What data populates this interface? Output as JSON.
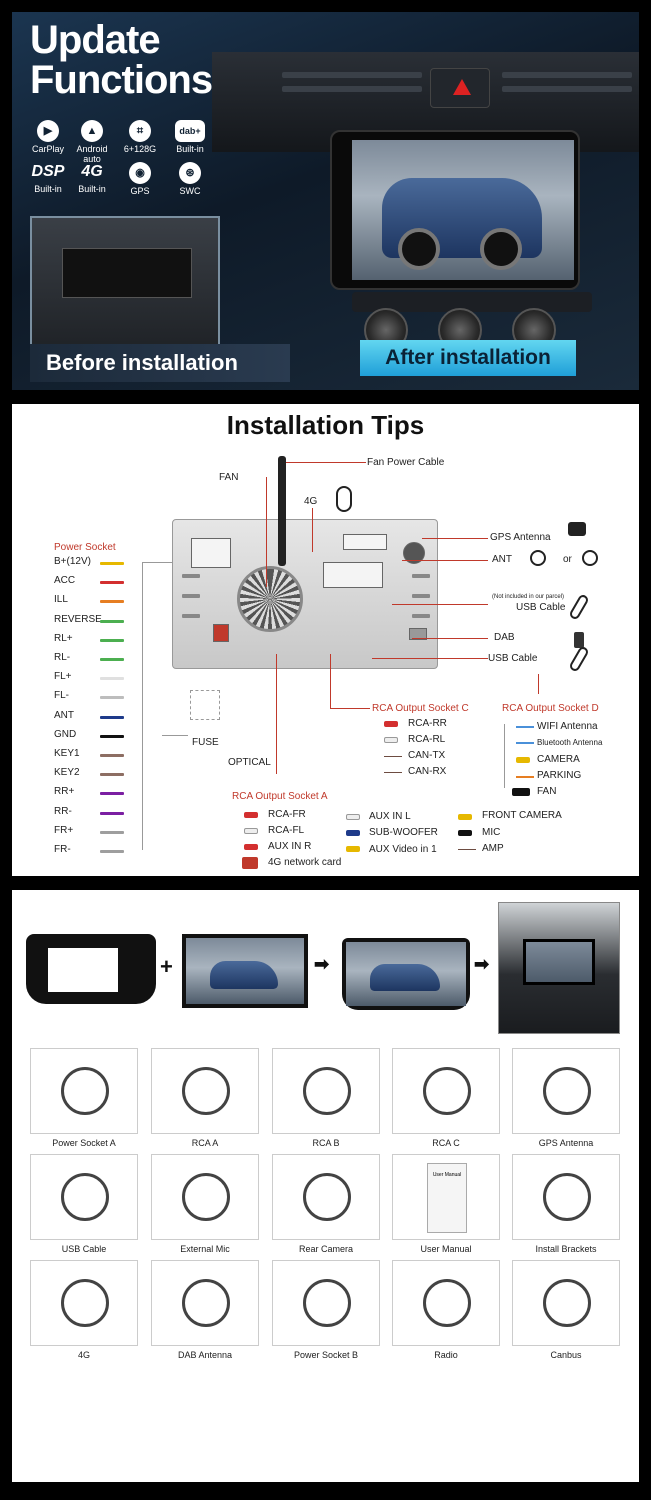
{
  "panel1": {
    "title_line1": "Update",
    "title_line2": "Functions",
    "features": [
      {
        "icon": "carplay-icon",
        "glyph": "▶",
        "label": "CarPlay"
      },
      {
        "icon": "android-auto-icon",
        "glyph": "▲",
        "label": "Android auto"
      },
      {
        "icon": "memory-chip-icon",
        "glyph": "⌗",
        "label": "6+128G"
      },
      {
        "icon": "dab-icon",
        "glyph": "dab+",
        "label": "Built-in"
      },
      {
        "icon": "dsp-icon",
        "glyph": "DSP",
        "label": "Built-in"
      },
      {
        "icon": "4g-icon",
        "glyph": "4G",
        "label": "Built-in"
      },
      {
        "icon": "gps-icon",
        "glyph": "◉",
        "label": "GPS"
      },
      {
        "icon": "steering-wheel-icon",
        "glyph": "⊛",
        "label": "SWC"
      }
    ],
    "before_label": "Before installation",
    "after_label": "After installation"
  },
  "panel2": {
    "title": "Installation Tips",
    "fan": "FAN",
    "fan_power_cable": "Fan Power Cable",
    "four_g": "4G",
    "gps_antenna": "GPS Antenna",
    "ant": "ANT",
    "or": "or",
    "not_included": "(Not included in our parcel)",
    "usb_cable_1": "USB Cable",
    "dab": "DAB",
    "usb_cable_2": "USB Cable",
    "power_socket": "Power Socket",
    "pins": [
      "B+(12V)",
      "ACC",
      "ILL",
      "REVERSE",
      "RL+",
      "RL-",
      "FL+",
      "FL-",
      "ANT",
      "GND",
      "KEY1",
      "KEY2",
      "RR+",
      "RR-",
      "FR+",
      "FR-"
    ],
    "pin_colors": [
      "#e6b800",
      "#d32f2f",
      "#e67e22",
      "#4caf50",
      "#4caf50",
      "#4caf50",
      "#e0e0e0",
      "#bdbdbd",
      "#1e3a8a",
      "#111111",
      "#8d6e63",
      "#8d6e63",
      "#7b1fa2",
      "#7b1fa2",
      "#9e9e9e",
      "#9e9e9e"
    ],
    "fuse": "FUSE",
    "optical": "OPTICAL",
    "rca_c_title": "RCA Output Socket C",
    "rca_c": [
      "RCA-RR",
      "RCA-RL",
      "CAN-TX",
      "CAN-RX"
    ],
    "rca_d_title": "RCA Output Socket D",
    "rca_d": [
      "WIFI Antenna",
      "Bluetooth Antenna",
      "CAMERA",
      "PARKING",
      "FAN"
    ],
    "rca_a_title": "RCA Output Socket A",
    "rca_a": [
      "RCA-FR",
      "RCA-FL",
      "AUX IN R",
      "4G network card"
    ],
    "rca_a2": [
      "AUX IN L",
      "SUB-WOOFER",
      "AUX Video in 1"
    ],
    "rca_a3": [
      "FRONT CAMERA",
      "MIC",
      "AMP"
    ]
  },
  "panel3": {
    "plus": "+",
    "arrow": "➡",
    "accessories": [
      "Power Socket A",
      "RCA  A",
      "RCA  B",
      "RCA  C",
      "GPS Antenna",
      "USB Cable",
      "External Mic",
      "Rear Camera",
      "User Manual",
      "Install Brackets",
      "4G",
      "DAB Antenna",
      "Power Socket B",
      "Radio",
      "Canbus"
    ],
    "manual_text": "User Manual"
  }
}
